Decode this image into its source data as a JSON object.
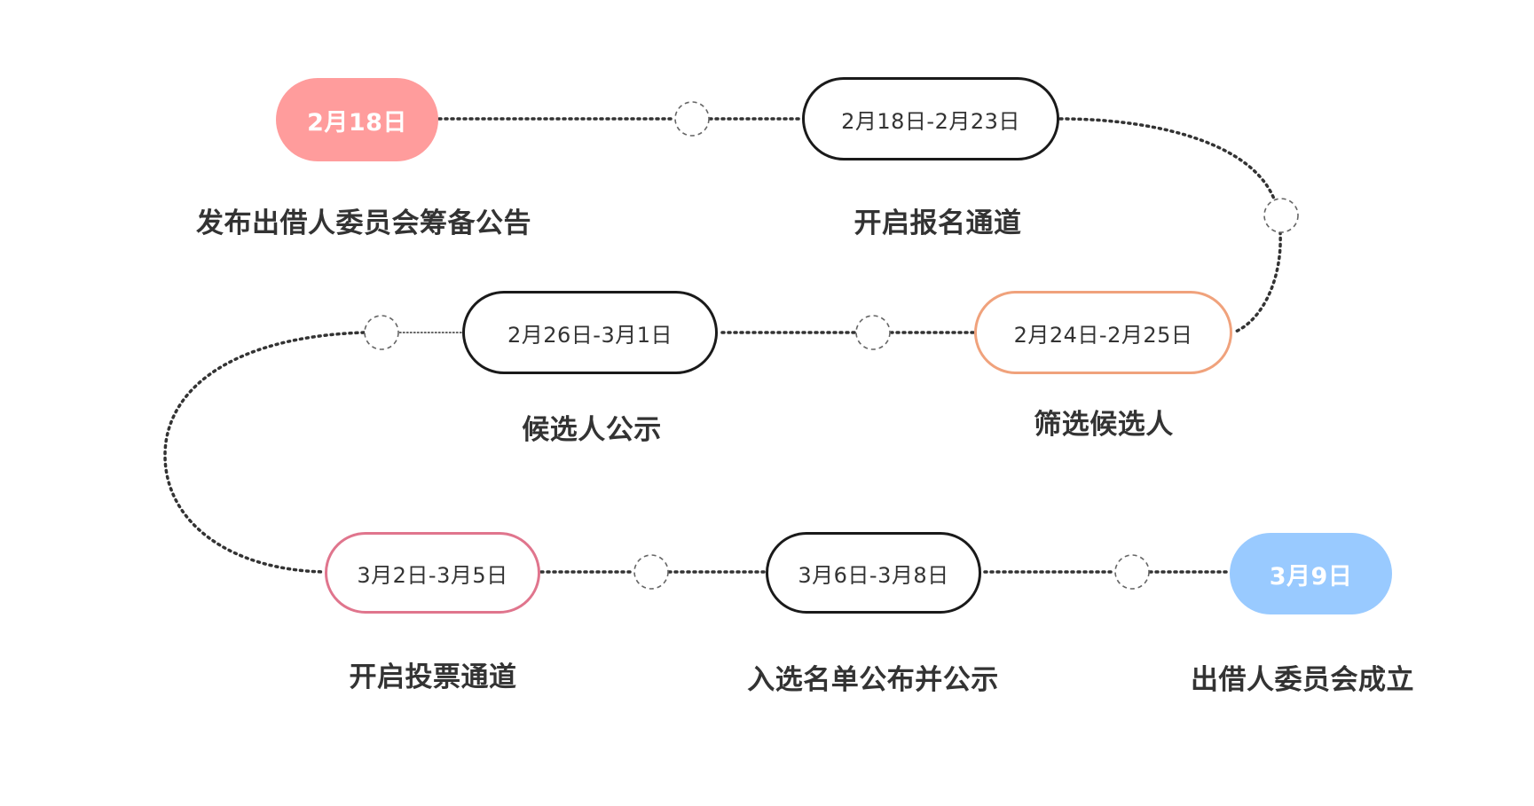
{
  "colors": {
    "start": "#ff9c9c",
    "end": "#99caff",
    "outline": "#1a1a1a",
    "screening": "#f0a27c",
    "voting": "#e0758d",
    "connector": "#333333",
    "dashed_circle": "#666666"
  },
  "steps": [
    {
      "date": "2月18日",
      "label": "发布出借人委员会筹备公告"
    },
    {
      "date": "2月18日-2月23日",
      "label": "开启报名通道"
    },
    {
      "date": "2月24日-2月25日",
      "label": "筛选候选人"
    },
    {
      "date": "2月26日-3月1日",
      "label": "候选人公示"
    },
    {
      "date": "3月2日-3月5日",
      "label": "开启投票通道"
    },
    {
      "date": "3月6日-3月8日",
      "label": "入选名单公布并公示"
    },
    {
      "date": "3月9日",
      "label": "出借人委员会成立"
    }
  ]
}
